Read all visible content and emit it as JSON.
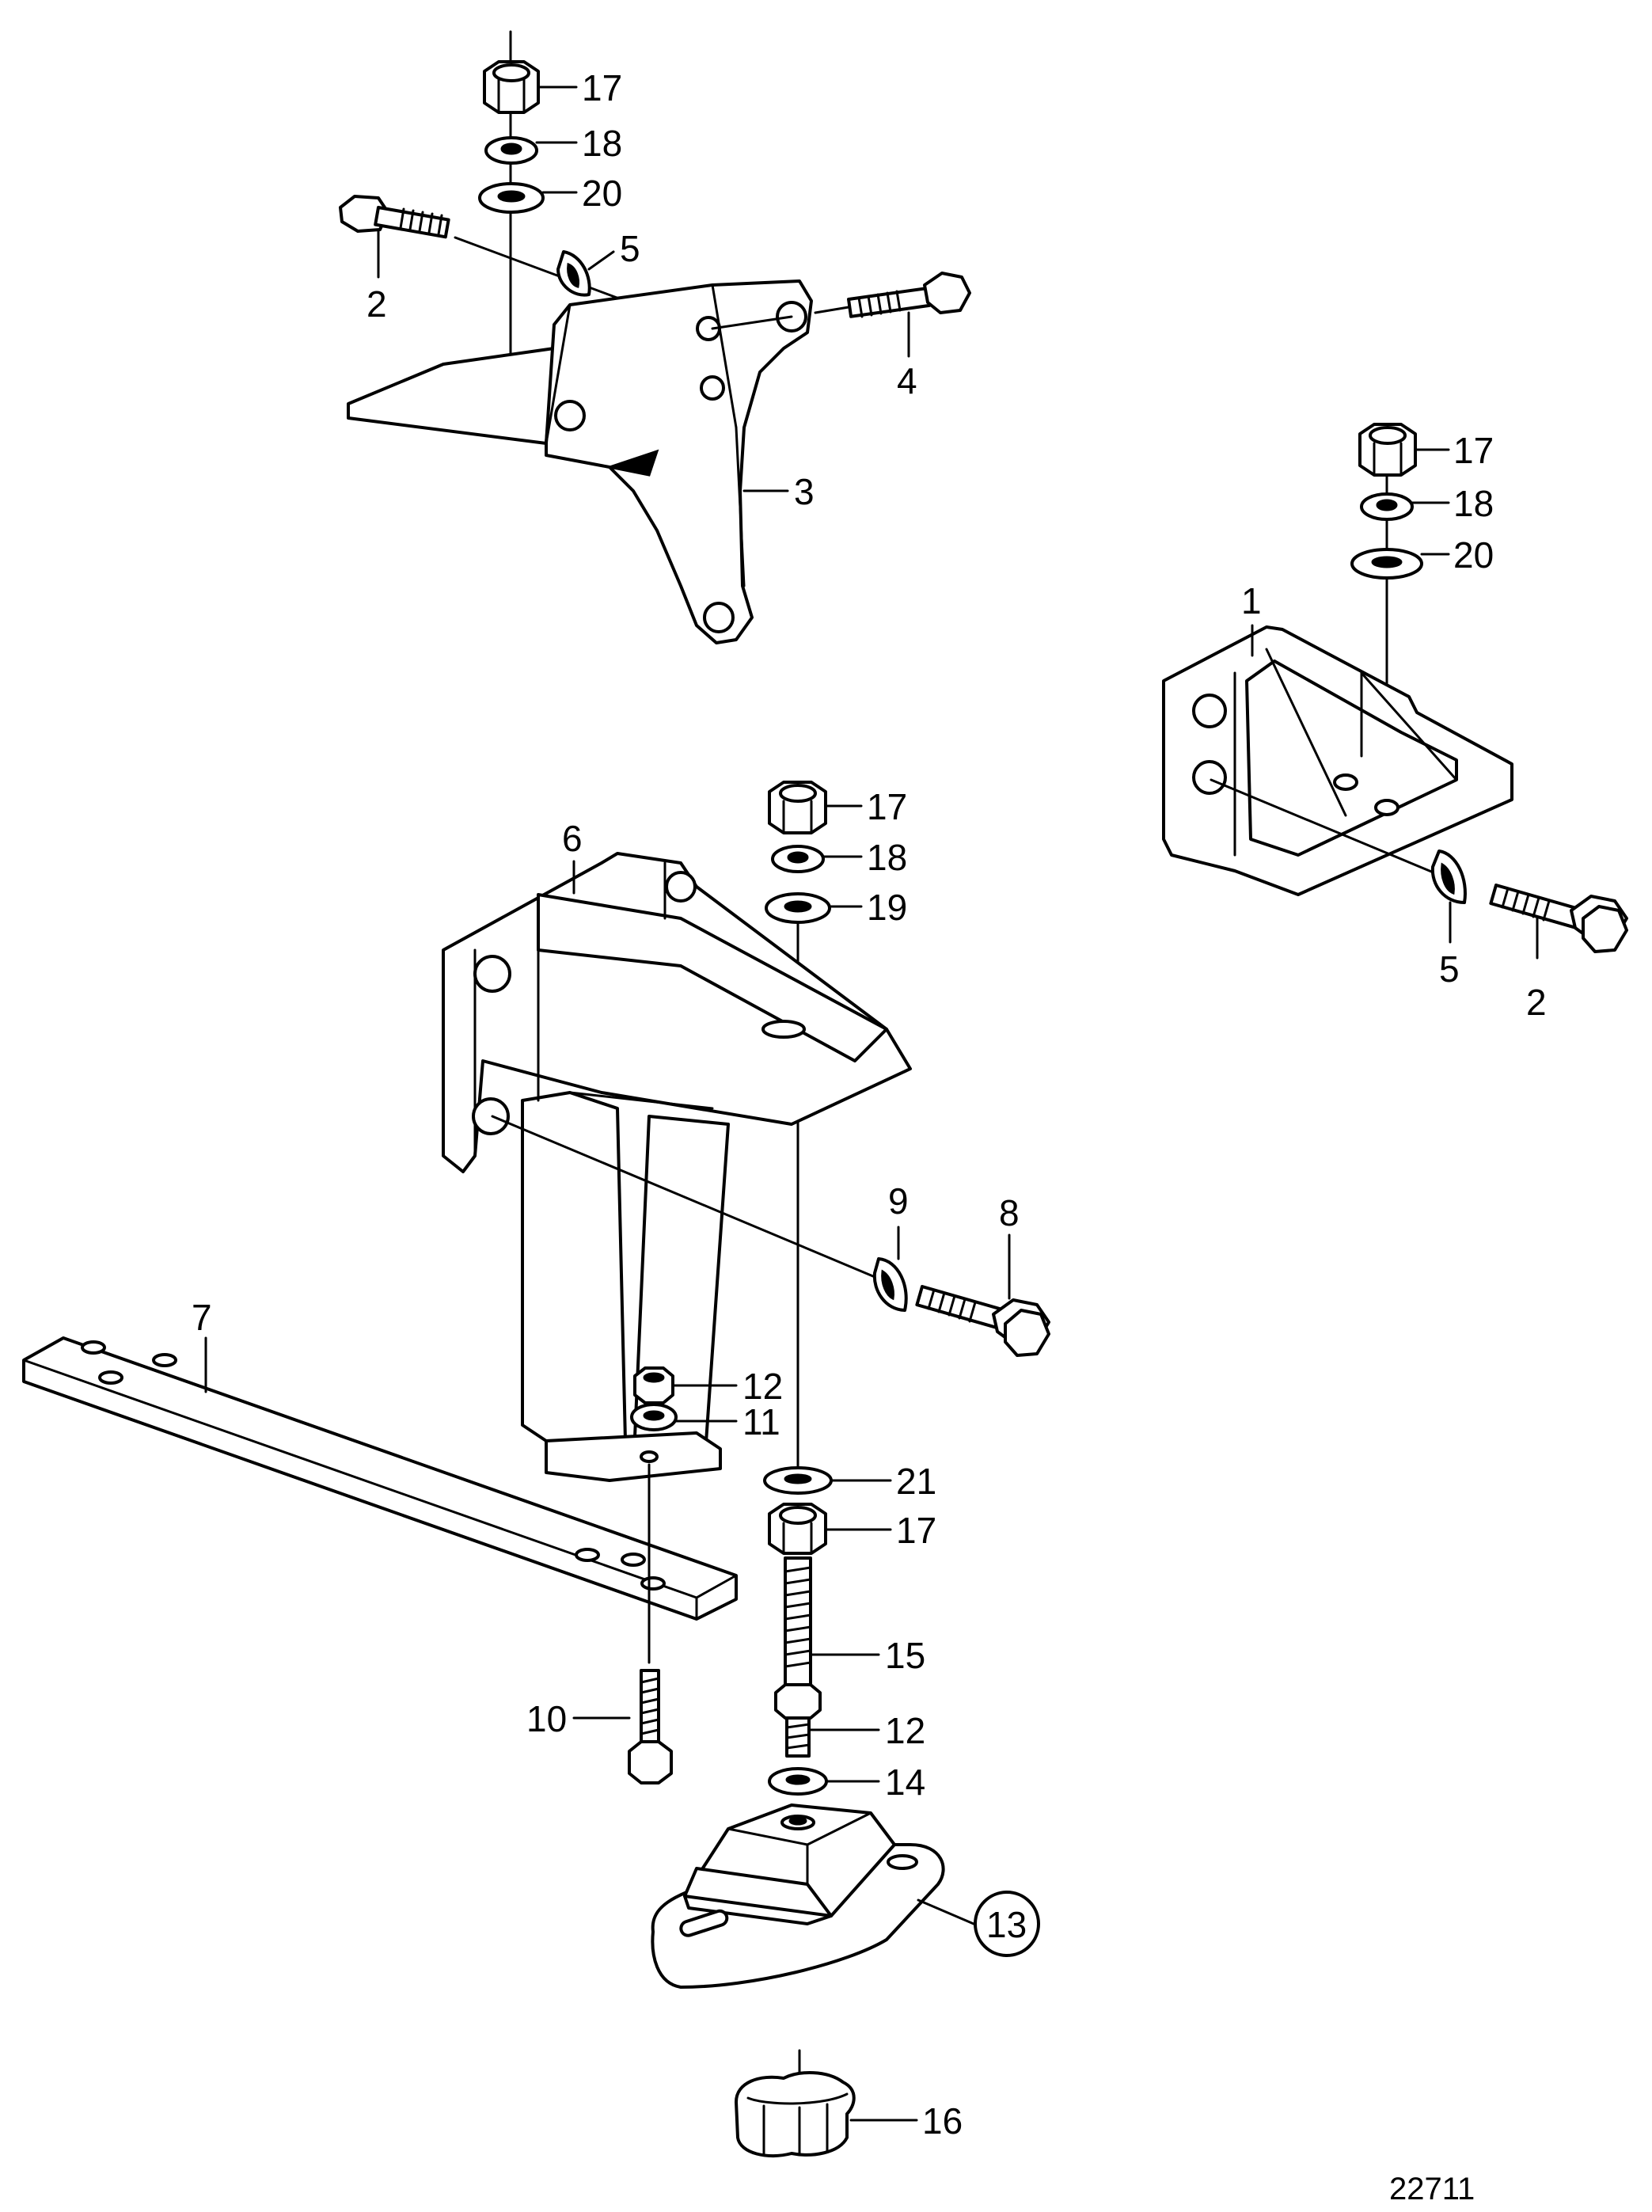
{
  "diagram": {
    "reference_number": "22711",
    "callouts": {
      "top_bracket": [
        "17",
        "18",
        "20",
        "5",
        "2",
        "4",
        "3"
      ],
      "right_bracket": [
        "17",
        "18",
        "20",
        "1",
        "5",
        "2"
      ],
      "center_bracket": [
        "6",
        "17",
        "18",
        "19",
        "9",
        "8",
        "7",
        "12",
        "11",
        "21",
        "17",
        "15",
        "12",
        "14",
        "10",
        "13",
        "16"
      ]
    }
  }
}
